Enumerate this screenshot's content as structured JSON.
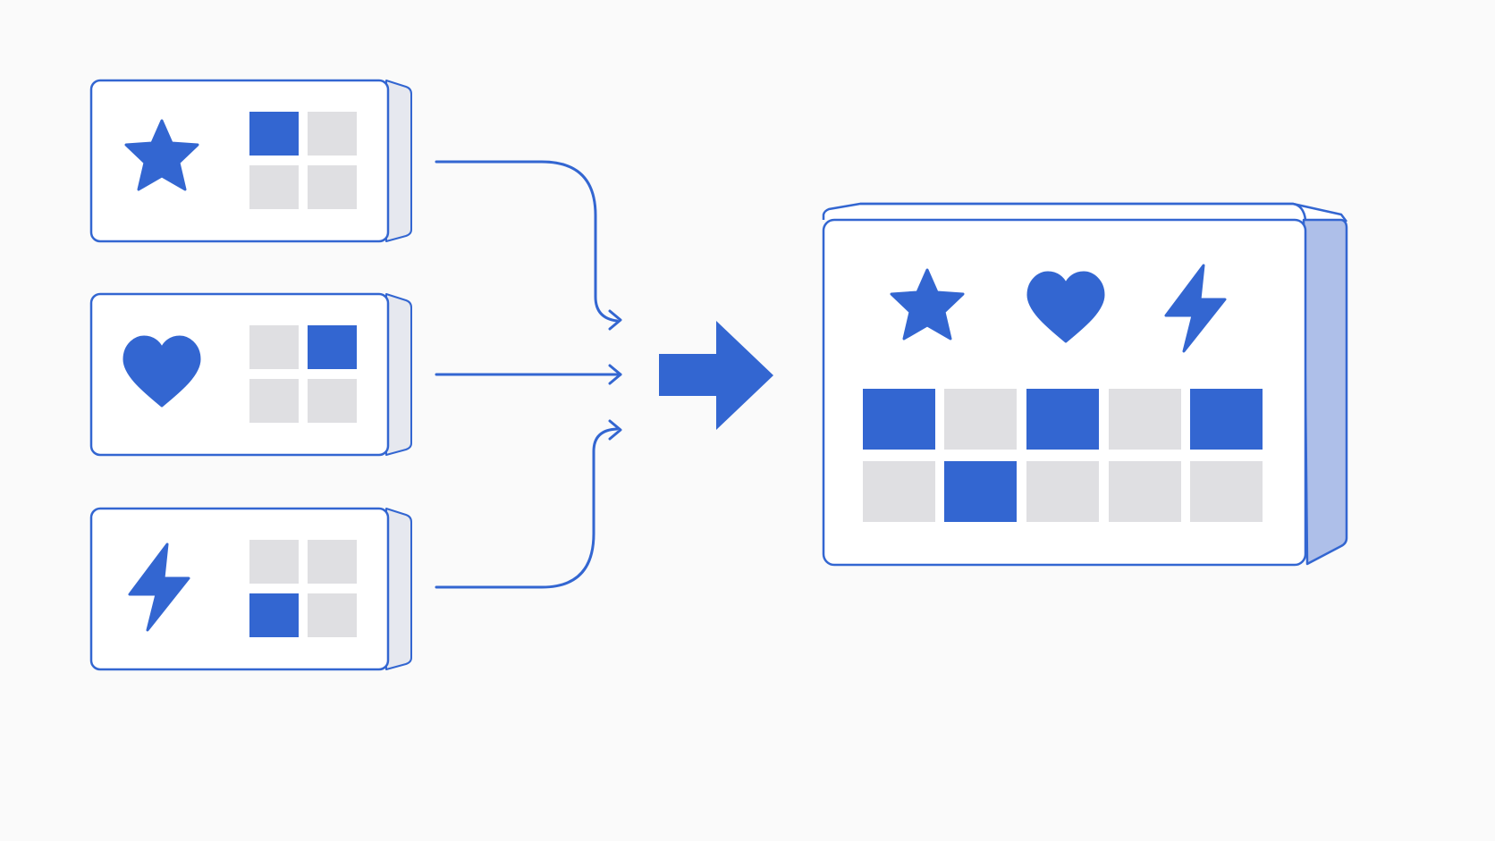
{
  "colors": {
    "background": "#fafafa",
    "accent": "#3366d1",
    "cell_empty": "#dfdfe2",
    "card_fill": "#ffffff",
    "card_side": "#e6e8ef",
    "result_side": "#aebfe9"
  },
  "inputs": [
    {
      "icon": "star-icon",
      "cells": [
        1,
        0,
        0,
        0
      ]
    },
    {
      "icon": "heart-icon",
      "cells": [
        0,
        1,
        0,
        0
      ]
    },
    {
      "icon": "lightning-icon",
      "cells": [
        0,
        0,
        1,
        0
      ]
    }
  ],
  "output": {
    "icons": [
      "star-icon",
      "heart-icon",
      "lightning-icon"
    ],
    "cells": [
      [
        1,
        0,
        1,
        0,
        1
      ],
      [
        0,
        1,
        0,
        0,
        0
      ]
    ]
  },
  "arrow": {
    "icon": "arrow-right-icon"
  }
}
